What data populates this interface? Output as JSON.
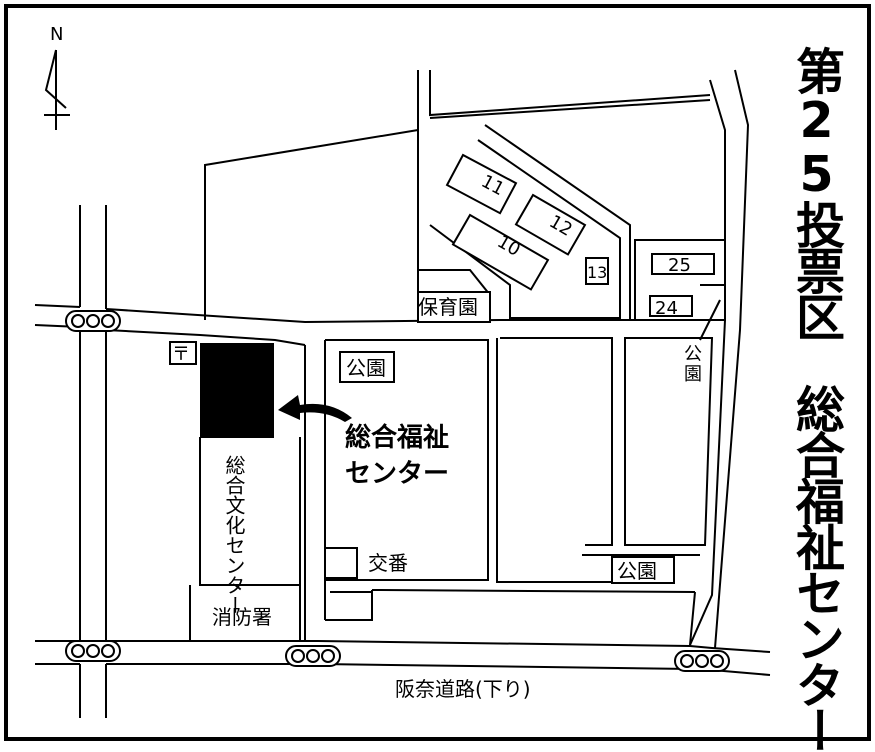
{
  "title": "第25投票区　総合福祉センター",
  "compass": {
    "label": "N"
  },
  "target": {
    "label_line1": "総合福祉",
    "label_line2": "センター"
  },
  "buildings": {
    "bunka": "総合文化センター",
    "shobo": "消防署",
    "hoikuen": "保育園",
    "koban": "交番"
  },
  "parks": {
    "park_a": "公園",
    "park_b": "公園",
    "park_c": "公園"
  },
  "blocks": [
    "11",
    "12",
    "10",
    "13",
    "25",
    "24"
  ],
  "post_office_symbol": "〒",
  "road_label": "阪奈道路(下り)",
  "signal_icons": [
    "traffic-signal-icon",
    "traffic-signal-icon",
    "traffic-signal-icon",
    "traffic-signal-icon",
    "traffic-signal-icon"
  ],
  "colors": {
    "ink": "#000000",
    "paper": "#ffffff"
  }
}
